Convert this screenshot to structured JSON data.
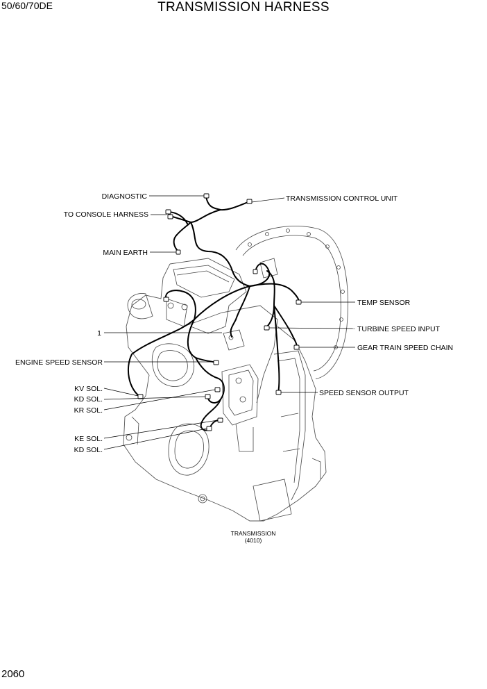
{
  "header": {
    "model": "50/60/70DE",
    "title": "TRANSMISSION HARNESS"
  },
  "page_number": "2060",
  "labels": {
    "diagnostic": "DIAGNOSTIC",
    "to_console_harness": "TO CONSOLE HARNESS",
    "main_earth": "MAIN EARTH",
    "transmission_control_unit": "TRANSMISSION CONTROL UNIT",
    "temp_sensor": "TEMP SENSOR",
    "turbine_speed_input": "TURBINE SPEED INPUT",
    "gear_train_speed_chain": "GEAR TRAIN SPEED CHAIN",
    "engine_speed_sensor": "ENGINE SPEED SENSOR",
    "speed_sensor_output": "SPEED SENSOR OUTPUT",
    "kv_sol": "KV SOL.",
    "kd_sol_1": "KD SOL.",
    "kr_sol": "KR SOL.",
    "ke_sol": "KE SOL.",
    "kd_sol_2": "KD SOL.",
    "callout_1": "1"
  },
  "caption": {
    "name": "TRANSMISSION",
    "code": "(4010)"
  }
}
